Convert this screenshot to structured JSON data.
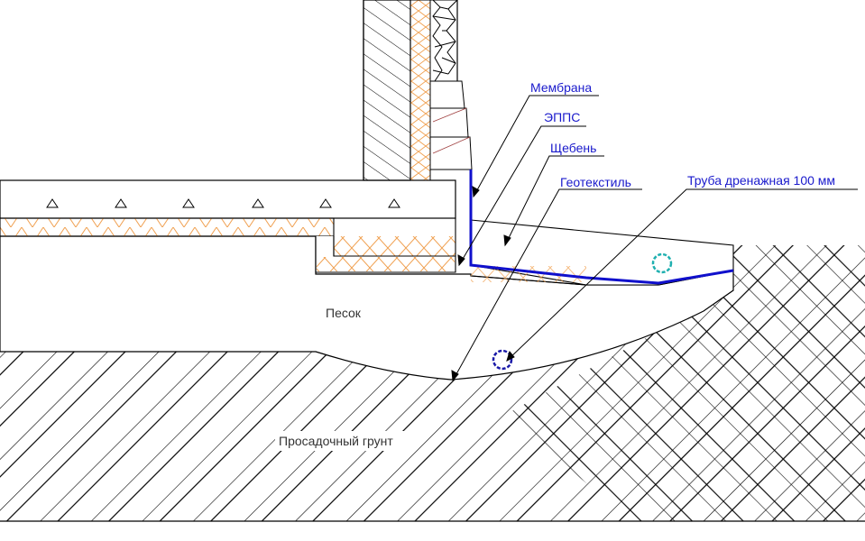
{
  "labels": {
    "membrane": "Мембрана",
    "epps": "ЭППС",
    "gravel": "Щебень",
    "geotextile": "Геотекстиль",
    "drain_pipe": "Труба дренажная 100 мм",
    "sand": "Песок",
    "soil": "Просадочный грунт"
  },
  "colors": {
    "line": "#000000",
    "insulation_hatch": "#f0a050",
    "membrane": "#1010cc",
    "pipe_drain": "#1a1aa8",
    "pipe_teal": "#20b0b0",
    "label_blue": "#1a1acc",
    "label_dark": "#333333"
  }
}
